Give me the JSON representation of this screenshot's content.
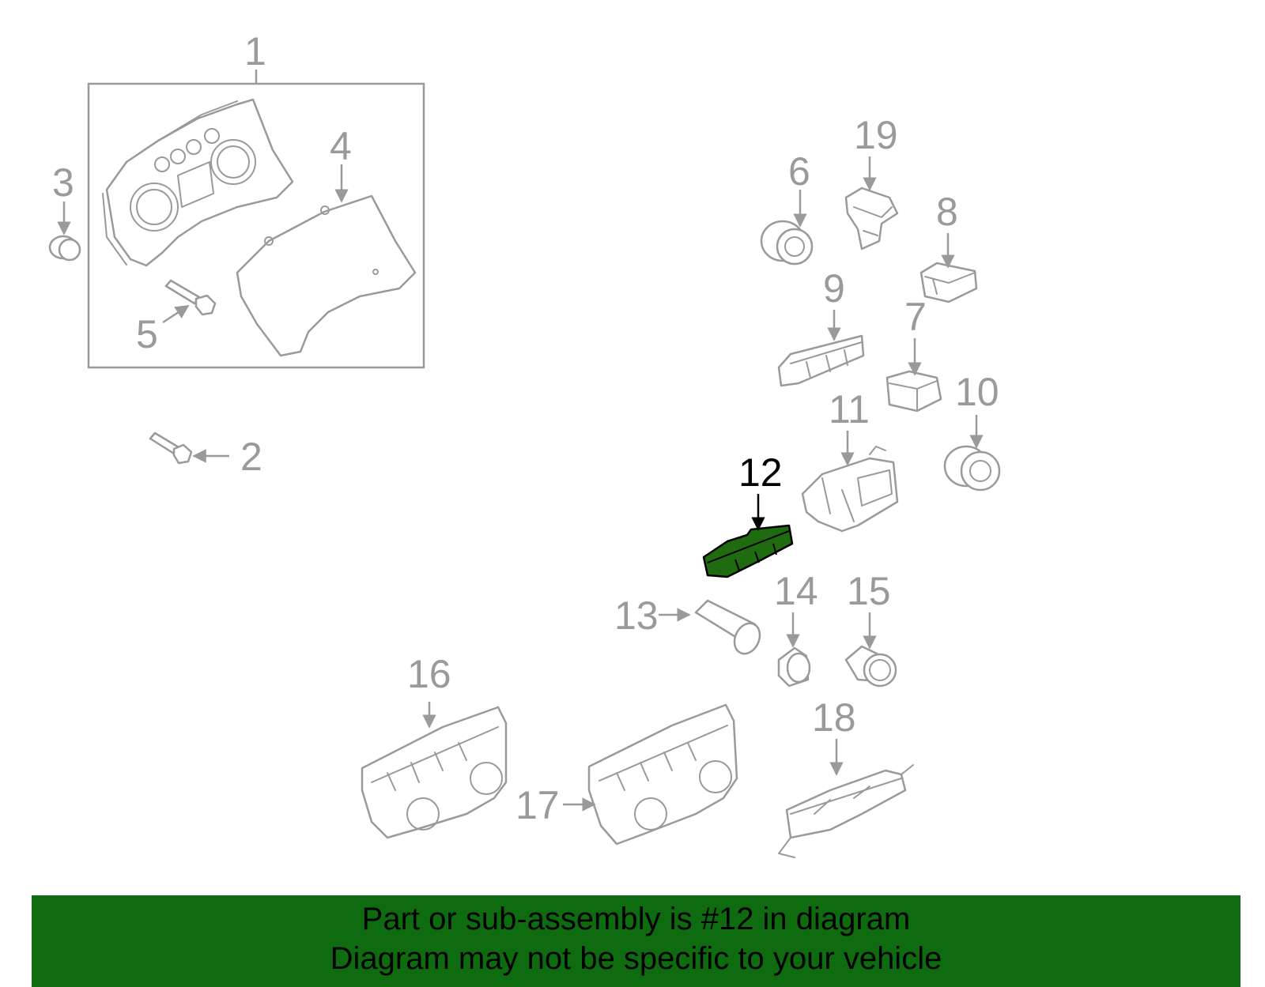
{
  "callouts": {
    "c1": "1",
    "c2": "2",
    "c3": "3",
    "c4": "4",
    "c5": "5",
    "c6": "6",
    "c7": "7",
    "c8": "8",
    "c9": "9",
    "c10": "10",
    "c11": "11",
    "c12": "12",
    "c13": "13",
    "c14": "14",
    "c15": "15",
    "c16": "16",
    "c17": "17",
    "c18": "18",
    "c19": "19"
  },
  "highlighted_part": "12",
  "colors": {
    "highlight_fill": "#1f6b10",
    "banner_bg": "#0f6b0f",
    "line_gray": "#9a9a9a"
  },
  "banner": {
    "line1": "Part or sub-assembly is #12 in diagram",
    "line2": "Diagram may not be specific to your vehicle"
  }
}
